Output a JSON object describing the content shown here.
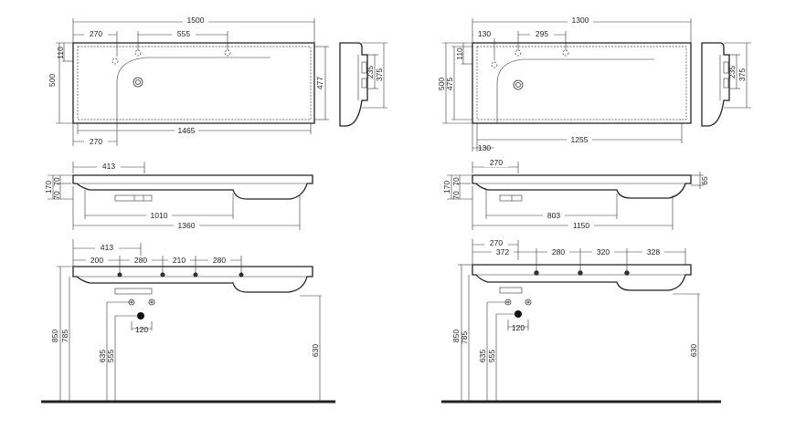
{
  "left_basin": {
    "top_view": {
      "overall_width": "1500",
      "left_to_first_tap": "270",
      "tap_spacing": "555",
      "depth": "500",
      "back_offset": "110",
      "inner_depth": "477",
      "bottom_left_offset": "270",
      "bottom_width": "1465"
    },
    "side_view": {
      "bracket_height": "235",
      "total_height": "375"
    },
    "front_view": {
      "drain_offset": "413",
      "rim_top": "70",
      "rim_mid": "70",
      "total_height": "170",
      "inner_width": "1010",
      "outer_width": "1360"
    },
    "installation": {
      "drain_offset": "413",
      "spacings": [
        "200",
        "280",
        "210",
        "280"
      ],
      "height_top": "850",
      "height_rim": "785",
      "height_trap": "635",
      "height_supply": "555",
      "trap_spacing": "120",
      "height_bottom": "630"
    }
  },
  "right_basin": {
    "top_view": {
      "overall_width": "1300",
      "left_to_first_tap": "130",
      "tap_spacing": "295",
      "depth": "500",
      "back_offset": "110",
      "inner_depth": "475",
      "bottom_left_offset": "130",
      "bottom_width": "1255"
    },
    "side_view": {
      "bracket_height": "235",
      "total_height": "375"
    },
    "front_view": {
      "drain_offset": "270",
      "rim_top": "70",
      "rim_mid": "70",
      "total_height": "170",
      "rim_side": "65",
      "inner_width": "803",
      "outer_width": "1150"
    },
    "installation": {
      "drain_offset": "270",
      "spacings": [
        "372",
        "280",
        "320",
        "328"
      ],
      "height_top": "850",
      "height_rim": "785",
      "height_trap": "635",
      "height_supply": "555",
      "trap_spacing": "120",
      "height_bottom": "630"
    }
  }
}
